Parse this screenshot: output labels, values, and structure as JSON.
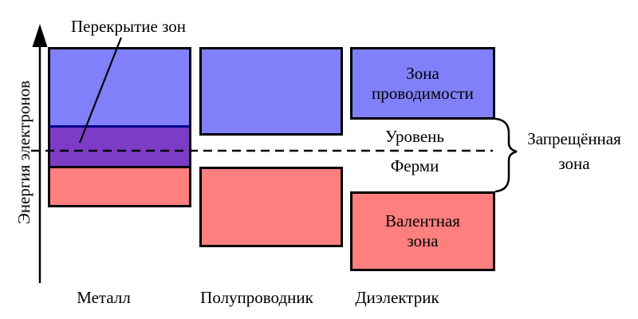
{
  "axis": {
    "label": "Энергия электронов"
  },
  "annotations": {
    "band_overlap": "Перекрытие зон",
    "fermi_line1": "Уровень",
    "fermi_line2": "Ферми",
    "band_gap_line1": "Запрещённая",
    "band_gap_line2": "зона"
  },
  "bands": {
    "conduction_label_line1": "Зона",
    "conduction_label_line2": "проводимости",
    "valence_label_line1": "Валентная",
    "valence_label_line2": "зона"
  },
  "columns": [
    {
      "id": "metal",
      "label": "Металл"
    },
    {
      "id": "semiconductor",
      "label": "Полупроводник"
    },
    {
      "id": "dielectric",
      "label": "Диэлектрик"
    }
  ],
  "colors": {
    "conduction_band": "#8080fa",
    "valence_band": "#ff7f7f",
    "band_overlap": "#7c3cc6",
    "overlap_divider": "#00008b",
    "outline": "#000000"
  }
}
